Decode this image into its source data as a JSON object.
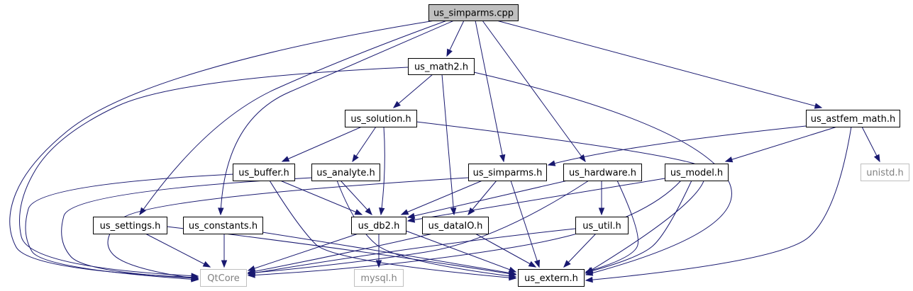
{
  "diagram": {
    "colors": {
      "edge": "#191970",
      "root_fill": "#bfbfbf",
      "external_stroke": "#bfbfbf",
      "external_text": "#808080"
    },
    "nodes": [
      {
        "id": "us_simparms_cpp",
        "label": "us_simparms.cpp",
        "kind": "root"
      },
      {
        "id": "us_math2_h",
        "label": "us_math2.h",
        "kind": "header"
      },
      {
        "id": "us_solution_h",
        "label": "us_solution.h",
        "kind": "header"
      },
      {
        "id": "us_astfem_math_h",
        "label": "us_astfem_math.h",
        "kind": "header"
      },
      {
        "id": "us_buffer_h",
        "label": "us_buffer.h",
        "kind": "header"
      },
      {
        "id": "us_analyte_h",
        "label": "us_analyte.h",
        "kind": "header"
      },
      {
        "id": "us_simparms_h",
        "label": "us_simparms.h",
        "kind": "header"
      },
      {
        "id": "us_hardware_h",
        "label": "us_hardware.h",
        "kind": "header"
      },
      {
        "id": "us_model_h",
        "label": "us_model.h",
        "kind": "header"
      },
      {
        "id": "unistd_h",
        "label": "unistd.h",
        "kind": "external"
      },
      {
        "id": "us_settings_h",
        "label": "us_settings.h",
        "kind": "header"
      },
      {
        "id": "us_constants_h",
        "label": "us_constants.h",
        "kind": "header"
      },
      {
        "id": "us_db2_h",
        "label": "us_db2.h",
        "kind": "header"
      },
      {
        "id": "us_dataIO_h",
        "label": "us_dataIO.h",
        "kind": "header"
      },
      {
        "id": "us_util_h",
        "label": "us_util.h",
        "kind": "header"
      },
      {
        "id": "QtCore",
        "label": "QtCore",
        "kind": "external"
      },
      {
        "id": "mysql_h",
        "label": "mysql.h",
        "kind": "external"
      },
      {
        "id": "us_extern_h",
        "label": "us_extern.h",
        "kind": "header"
      }
    ],
    "edges": [
      {
        "from": "us_simparms_cpp",
        "to": "us_math2_h"
      },
      {
        "from": "us_simparms_cpp",
        "to": "us_astfem_math_h"
      },
      {
        "from": "us_simparms_cpp",
        "to": "us_simparms_h"
      },
      {
        "from": "us_simparms_cpp",
        "to": "us_hardware_h"
      },
      {
        "from": "us_simparms_cpp",
        "to": "us_settings_h"
      },
      {
        "from": "us_simparms_cpp",
        "to": "us_constants_h"
      },
      {
        "from": "us_simparms_cpp",
        "to": "QtCore"
      },
      {
        "from": "us_math2_h",
        "to": "us_solution_h"
      },
      {
        "from": "us_math2_h",
        "to": "us_dataIO_h"
      },
      {
        "from": "us_math2_h",
        "to": "QtCore"
      },
      {
        "from": "us_math2_h",
        "to": "us_extern_h"
      },
      {
        "from": "us_solution_h",
        "to": "us_buffer_h"
      },
      {
        "from": "us_solution_h",
        "to": "us_analyte_h"
      },
      {
        "from": "us_solution_h",
        "to": "us_db2_h"
      },
      {
        "from": "us_solution_h",
        "to": "us_extern_h"
      },
      {
        "from": "us_astfem_math_h",
        "to": "us_simparms_h"
      },
      {
        "from": "us_astfem_math_h",
        "to": "us_model_h"
      },
      {
        "from": "us_astfem_math_h",
        "to": "unistd_h"
      },
      {
        "from": "us_astfem_math_h",
        "to": "us_extern_h"
      },
      {
        "from": "us_buffer_h",
        "to": "us_db2_h"
      },
      {
        "from": "us_buffer_h",
        "to": "QtCore"
      },
      {
        "from": "us_buffer_h",
        "to": "us_extern_h"
      },
      {
        "from": "us_analyte_h",
        "to": "us_db2_h"
      },
      {
        "from": "us_analyte_h",
        "to": "QtCore"
      },
      {
        "from": "us_analyte_h",
        "to": "us_extern_h"
      },
      {
        "from": "us_simparms_h",
        "to": "us_db2_h"
      },
      {
        "from": "us_simparms_h",
        "to": "us_dataIO_h"
      },
      {
        "from": "us_simparms_h",
        "to": "QtCore"
      },
      {
        "from": "us_simparms_h",
        "to": "us_extern_h"
      },
      {
        "from": "us_hardware_h",
        "to": "us_db2_h"
      },
      {
        "from": "us_hardware_h",
        "to": "us_util_h"
      },
      {
        "from": "us_hardware_h",
        "to": "QtCore"
      },
      {
        "from": "us_hardware_h",
        "to": "us_extern_h"
      },
      {
        "from": "us_model_h",
        "to": "us_db2_h"
      },
      {
        "from": "us_model_h",
        "to": "QtCore"
      },
      {
        "from": "us_model_h",
        "to": "us_extern_h"
      },
      {
        "from": "us_settings_h",
        "to": "QtCore"
      },
      {
        "from": "us_settings_h",
        "to": "us_extern_h"
      },
      {
        "from": "us_constants_h",
        "to": "QtCore"
      },
      {
        "from": "us_constants_h",
        "to": "us_extern_h"
      },
      {
        "from": "us_db2_h",
        "to": "QtCore"
      },
      {
        "from": "us_db2_h",
        "to": "mysql_h"
      },
      {
        "from": "us_db2_h",
        "to": "us_extern_h"
      },
      {
        "from": "us_dataIO_h",
        "to": "QtCore"
      },
      {
        "from": "us_dataIO_h",
        "to": "us_extern_h"
      },
      {
        "from": "us_util_h",
        "to": "QtCore"
      },
      {
        "from": "us_util_h",
        "to": "us_extern_h"
      }
    ]
  }
}
